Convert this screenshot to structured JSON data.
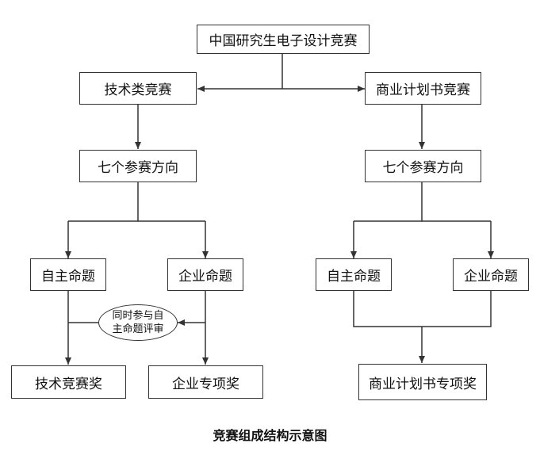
{
  "diagram": {
    "root": "中国研究生电子设计竞赛",
    "tech": {
      "title": "技术类竞赛",
      "directions": "七个参赛方向",
      "self": "自主命题",
      "enterprise": "企业命题",
      "joint_review": [
        "同时参与自",
        "主命题评审"
      ],
      "award_tech": "技术竞赛奖",
      "award_enterprise": "企业专项奖"
    },
    "business": {
      "title": "商业计划书竞赛",
      "directions": "七个参赛方向",
      "self": "自主命题",
      "enterprise": "企业命题",
      "award": "商业计划书专项奖"
    },
    "caption": "竞赛组成结构示意图"
  }
}
